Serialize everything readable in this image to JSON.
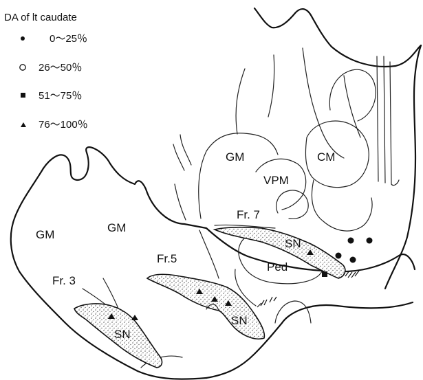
{
  "legend": {
    "title": "DA of lt caudate",
    "items": [
      {
        "symbol": "filled-circle",
        "label": "0～25％"
      },
      {
        "symbol": "open-circle",
        "label": "26～50％"
      },
      {
        "symbol": "filled-square",
        "label": "51～75％"
      },
      {
        "symbol": "filled-triangle",
        "label": "76～100％"
      }
    ]
  },
  "regions": {
    "gm_top": "GM",
    "cm": "CM",
    "vpm": "VPM",
    "fr7": "Fr. 7",
    "gm_left": "GM",
    "gm_mid": "GM",
    "fr5": "Fr.5",
    "fr3": "Fr. 3",
    "ped": "Ped",
    "sn_upper": "SN",
    "sn_middle": "SN",
    "sn_lower": "SN"
  },
  "colors": {
    "ink": "#111111",
    "stipple": "#555555",
    "background": "#ffffff"
  }
}
